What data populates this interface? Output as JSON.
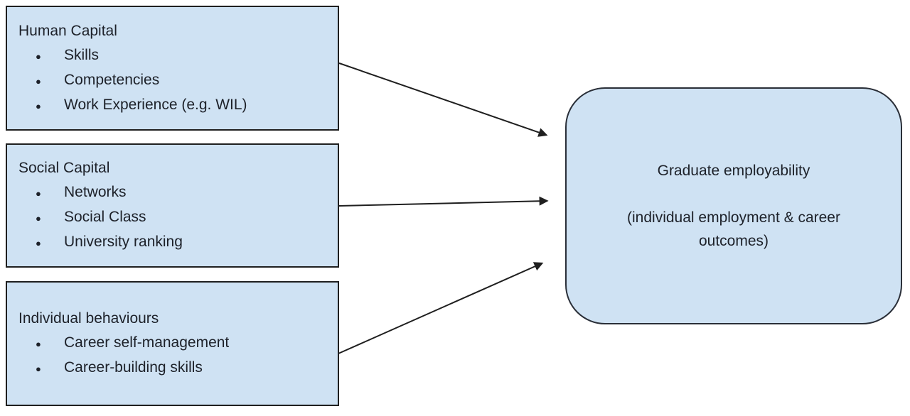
{
  "diagram": {
    "bullet": "●",
    "boxes": [
      {
        "id": "human-capital",
        "title": "Human Capital",
        "items": [
          "Skills",
          "Competencies",
          "Work Experience (e.g. WIL)"
        ]
      },
      {
        "id": "social-capital",
        "title": "Social Capital",
        "items": [
          "Networks",
          "Social Class",
          "University ranking"
        ]
      },
      {
        "id": "individual-behaviours",
        "title": "Individual behaviours",
        "items": [
          "Career self-management",
          "Career-building skills"
        ]
      }
    ],
    "outcome": {
      "id": "graduate-employability",
      "title": "Graduate employability",
      "subtitle": "(individual employment & career outcomes)"
    },
    "connections": [
      {
        "from": "human-capital",
        "to": "graduate-employability"
      },
      {
        "from": "social-capital",
        "to": "graduate-employability"
      },
      {
        "from": "individual-behaviours",
        "to": "graduate-employability"
      }
    ],
    "colors": {
      "box_fill": "#cfe2f3",
      "box_border": "#1f1f1f",
      "text": "#1d2129",
      "arrow": "#1f1f1f",
      "background": "#ffffff"
    }
  }
}
